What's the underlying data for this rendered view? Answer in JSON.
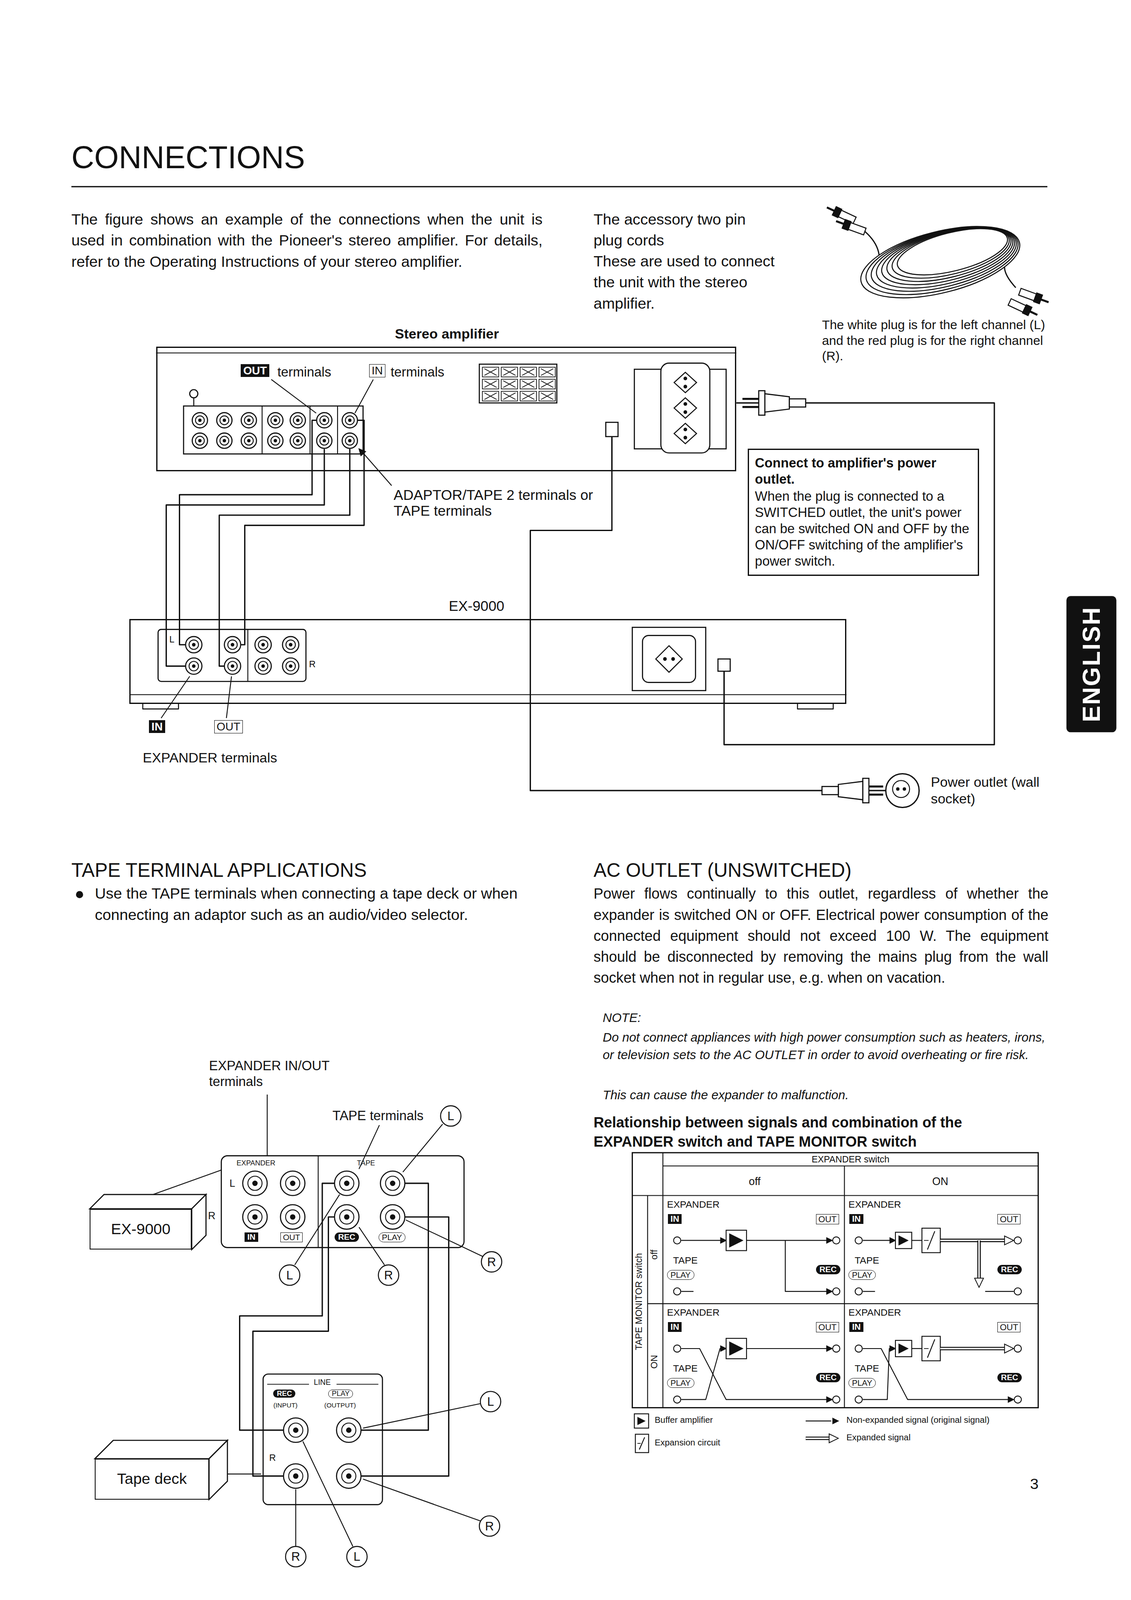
{
  "diagram": {
    "title": "CONNECTIONS",
    "nodes": [
      {
        "text": [
          "Stereo amplifier"
        ]
      },
      {
        "text": [
          "Connect to amplifier's power outlet.",
          "When the plug is connected to a SWITCHED outlet, the unit's power can be switched ON and OFF by the ON/OFF switching of the amplifier's power switch."
        ]
      },
      {
        "text": [
          "EX-9000"
        ]
      },
      {
        "text": [
          "Power outlet (wall socket)"
        ]
      },
      {
        "text": [
          "EX-9000"
        ]
      },
      {
        "text": [
          "Tape deck"
        ]
      }
    ],
    "edges": [
      {
        "from": 0,
        "to": 2,
        "arrow": "none"
      },
      {
        "from": 2,
        "to": 0,
        "arrow": "none"
      },
      {
        "from": 0,
        "to": 3,
        "arrow": "none"
      }
    ],
    "labels": [
      "The figure shows an example of the connections when the unit is used in combination with the Pioneer's stereo amplifier. For details, refer to the Operating Instructions of your stereo amplifier.",
      "The accessory two pin plug cords",
      "These are used to connect the unit with the stereo amplifier.",
      "The white plug is for the left channel (L) and the red plug is for the right channel (R).",
      "OUT",
      "terminals",
      "IN",
      "terminals",
      "ADAPTOR/TAPE 2 terminals or TAPE terminals",
      "L",
      "R",
      "IN",
      "OUT",
      "EXPANDER terminals",
      "ENGLISH",
      "TAPE TERMINAL APPLICATIONS",
      "Use the TAPE terminals when connecting a tape deck or when connecting an adaptor such as an audio/video selector.",
      "AC OUTLET (UNSWITCHED)",
      "Power flows continually to this outlet, regardless of whether the expander is switched ON or OFF. Electrical power consumption of the connected equipment should not exceed 100 W. The equipment should be disconnected by removing the mains plug from the wall socket when not in regular use, e.g. when on vacation.",
      "NOTE:",
      "Do not connect appliances with high power consumption such as heaters, irons, or television sets to the AC OUTLET in order to avoid overheating or fire risk.",
      "This can cause the expander to malfunction.",
      "Relationship between signals and combination of the EXPANDER switch and TAPE MONITOR switch",
      "EXPANDER switch",
      "off",
      "ON",
      "TAPE MONITOR switch",
      "off",
      "ON",
      "EXPANDER",
      "IN",
      "OUT",
      "TAPE",
      "PLAY",
      "REC",
      "EXPANDER",
      "IN",
      "OUT",
      "TAPE",
      "PLAY",
      "REC",
      "EXPANDER",
      "IN",
      "OUT",
      "TAPE",
      "PLAY",
      "REC",
      "EXPANDER",
      "IN",
      "OUT",
      "TAPE",
      "PLAY",
      "REC",
      "EXPANDER IN/OUT terminals",
      "TAPE terminals",
      "L",
      "EXPANDER",
      "TAPE",
      "L",
      "R",
      "IN",
      "OUT",
      "REC",
      "PLAY",
      "R",
      "L",
      "R",
      "LINE",
      "L",
      "REC",
      "PLAY",
      "(INPUT)",
      "(OUTPUT)",
      "R",
      "R",
      "L",
      "R",
      "3"
    ],
    "legend": [
      {
        "text": "Buffer amplifier"
      },
      {
        "text": "Expansion circuit"
      },
      {
        "text": "Non-expanded signal (original signal)"
      },
      {
        "text": "Expanded signal"
      }
    ]
  }
}
